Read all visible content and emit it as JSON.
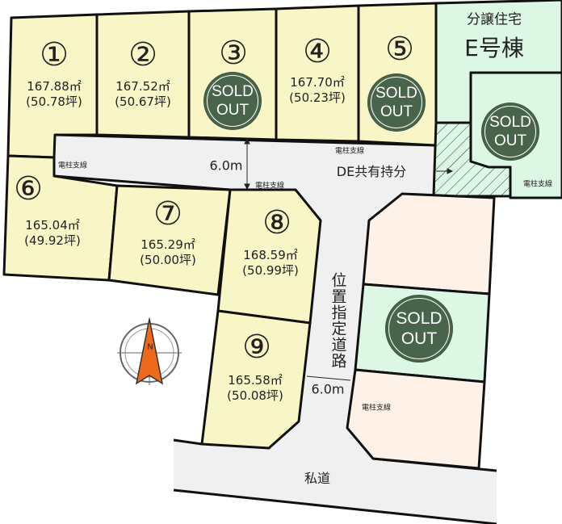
{
  "lots": [
    {
      "number": "①",
      "area": "167.88㎡",
      "tsubo": "(50.78坪)"
    },
    {
      "number": "②",
      "area": "167.52㎡",
      "tsubo": "(50.67坪)"
    },
    {
      "number": "③"
    },
    {
      "number": "④",
      "area": "167.70㎡",
      "tsubo": "(50.23坪)"
    },
    {
      "number": "⑤"
    },
    {
      "number": "⑥",
      "area": "165.04㎡",
      "tsubo": "(49.92坪)"
    },
    {
      "number": "⑦",
      "area": "165.29㎡",
      "tsubo": "(50.00坪)"
    },
    {
      "number": "⑧",
      "area": "168.59㎡",
      "tsubo": "(50.99坪)"
    },
    {
      "number": "⑨",
      "area": "165.58㎡",
      "tsubo": "(50.08坪)"
    }
  ],
  "building_e": {
    "line1": "分譲住宅",
    "line2": "E号棟"
  },
  "sold_out": {
    "line1": "SOLD",
    "line2": "OUT"
  },
  "labels": {
    "pole": "電柱支線",
    "road_width": "6.0m",
    "shared": "DE共有持分",
    "designated_road": "位置指定道路",
    "private_road": "私道",
    "compass": "N"
  },
  "colors": {
    "lot": "#f8f6c6",
    "house": "#dcf8e4",
    "pink": "#fdf1e8",
    "road": "#f0f0f0",
    "sold": "#48654b"
  }
}
